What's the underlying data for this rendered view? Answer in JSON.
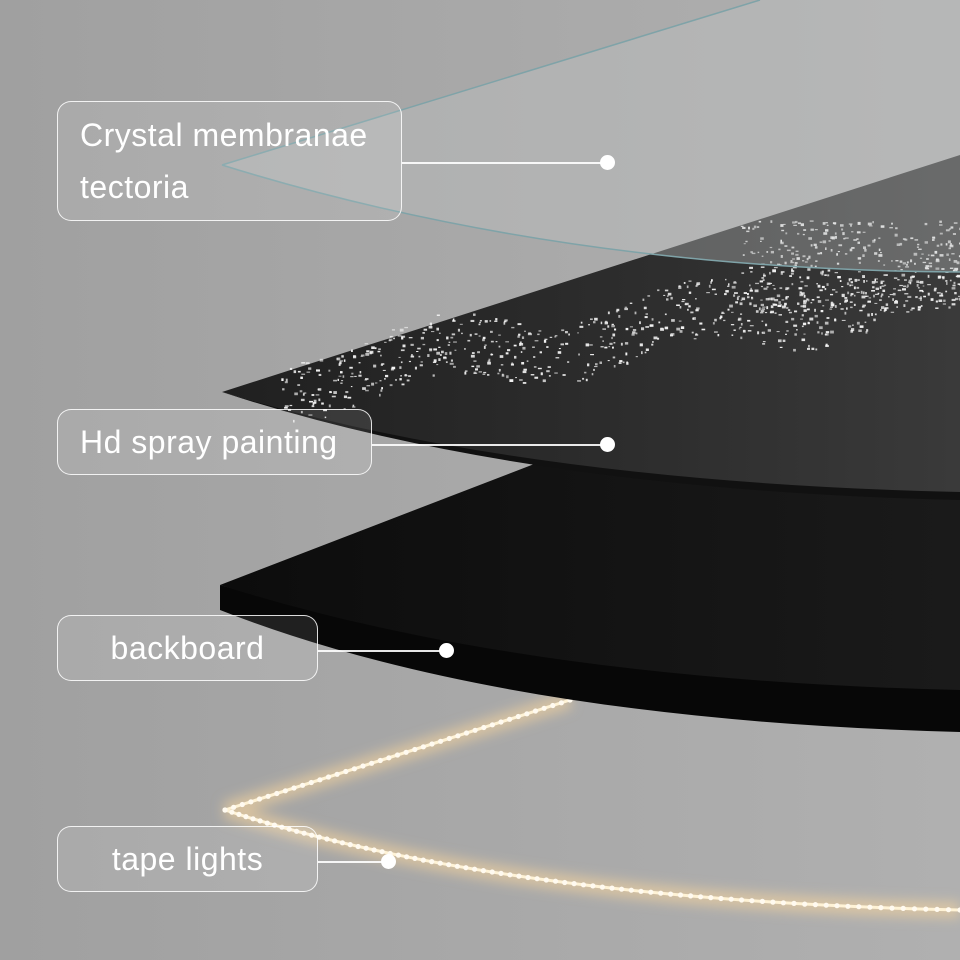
{
  "layers": [
    {
      "id": "crystal",
      "label": "Crystal membranae tectoria",
      "line1": "Crystal membranae",
      "line2": "tectoria"
    },
    {
      "id": "spray",
      "label": "Hd spray painting"
    },
    {
      "id": "back",
      "label": "backboard"
    },
    {
      "id": "tape",
      "label": "tape lights"
    }
  ],
  "colors": {
    "background": "#a9a9a9",
    "backboard": "#141414",
    "painting": "#2b2b2b",
    "glass_edge": "#7fa3a8",
    "led": "#ffe7b8"
  }
}
